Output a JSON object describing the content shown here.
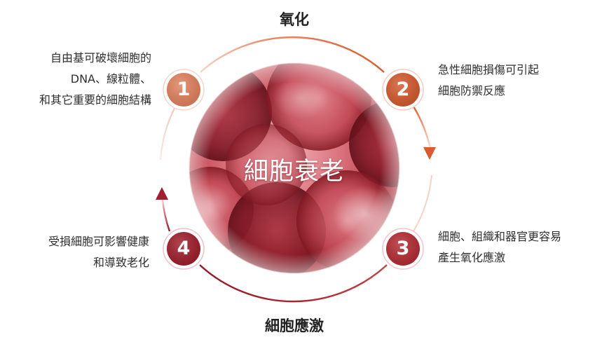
{
  "phases": {
    "top_label": "氧化",
    "bottom_label": "細胞應激"
  },
  "center": {
    "title": "細胞衰老"
  },
  "steps": [
    {
      "number": "1",
      "color": "#e3825d",
      "lines": [
        "自由基可破壞細胞的",
        "DNA、線粒體、",
        "和其它重要的細胞結構"
      ]
    },
    {
      "number": "2",
      "color": "#d55a2c",
      "lines": [
        "急性細胞損傷可引起",
        "細胞防禦反應"
      ]
    },
    {
      "number": "3",
      "color": "#b42b32",
      "lines": [
        "細胞、組織和器官更容易",
        "產生氧化應激"
      ]
    },
    {
      "number": "4",
      "color": "#a01d2a",
      "lines": [
        "受損細胞可影響健康",
        "和導致老化"
      ]
    }
  ],
  "colors": {
    "arc_top": "#e9805e",
    "arc_right": "#d9562b",
    "arc_bottom": "#a8242d",
    "center_cell": "#c0404c"
  }
}
